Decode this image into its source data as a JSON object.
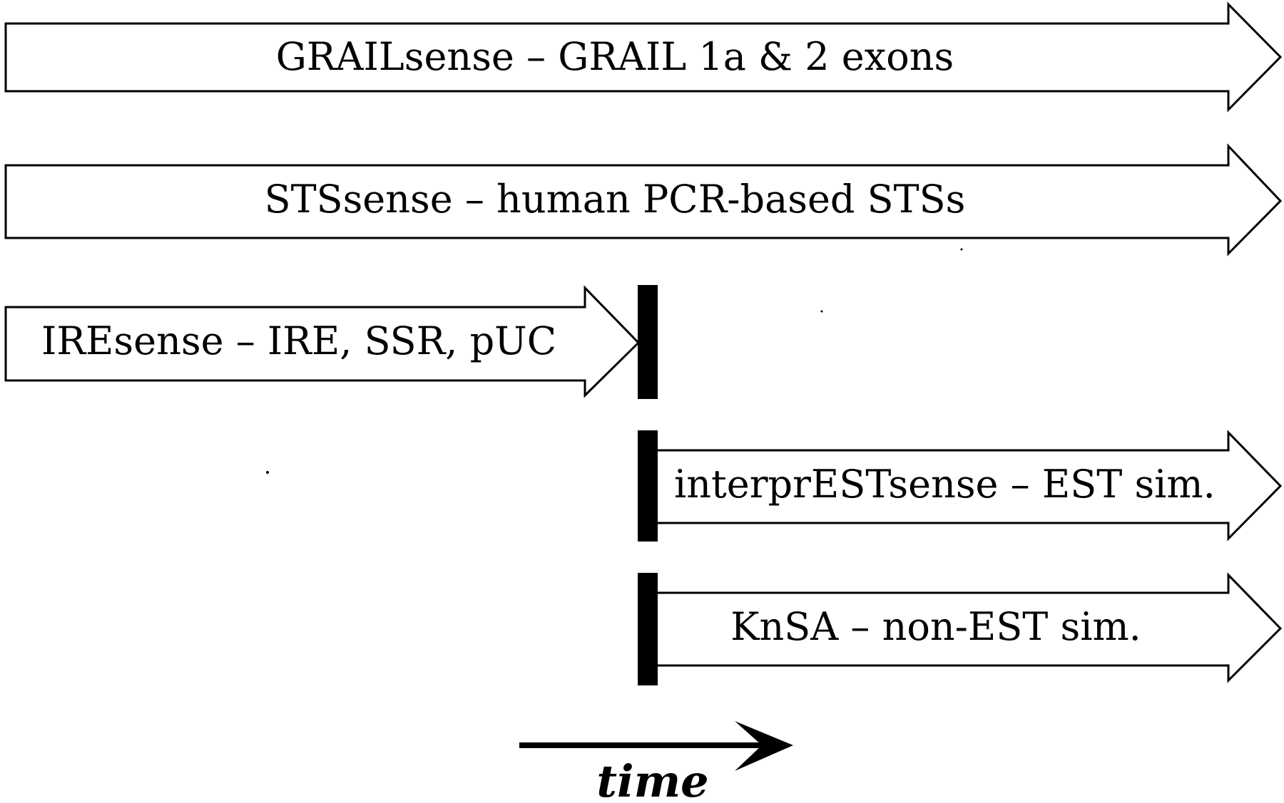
{
  "arrows": [
    {
      "id": "grailsense",
      "label": "GRAILsense – GRAIL 1a & 2 exons"
    },
    {
      "id": "stssense",
      "label": "STSsense – human PCR-based STSs"
    },
    {
      "id": "iresense",
      "label": "IREsense – IRE, SSR, pUC"
    },
    {
      "id": "interprestsense",
      "label": "interprESTsense – EST sim."
    },
    {
      "id": "knsa",
      "label": "KnSA – non-EST sim."
    }
  ],
  "time_label": "time"
}
